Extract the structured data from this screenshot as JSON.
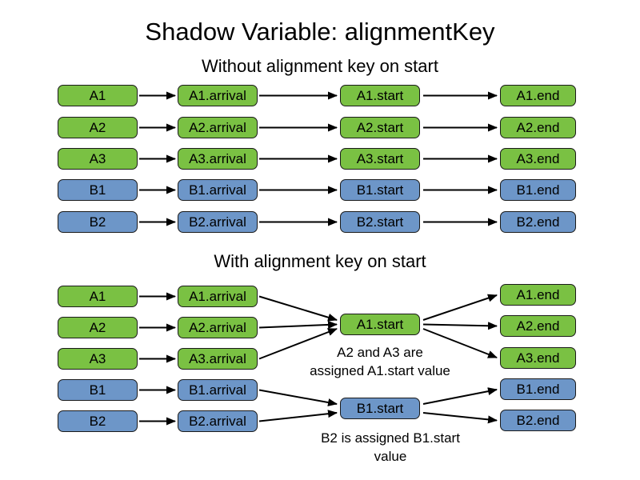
{
  "title": "Shadow Variable: alignmentKey",
  "colors": {
    "green_box": "#7AC143",
    "blue_box": "#6D96C8",
    "arrow": "#000000"
  },
  "section1": {
    "header": "Without alignment key on start",
    "rows": [
      {
        "name": "A1",
        "arrival": "A1.arrival",
        "start": "A1.start",
        "end": "A1.end"
      },
      {
        "name": "A2",
        "arrival": "A2.arrival",
        "start": "A2.start",
        "end": "A2.end"
      },
      {
        "name": "A3",
        "arrival": "A3.arrival",
        "start": "A3.start",
        "end": "A3.end"
      },
      {
        "name": "B1",
        "arrival": "B1.arrival",
        "start": "B1.start",
        "end": "B1.end"
      },
      {
        "name": "B2",
        "arrival": "B2.arrival",
        "start": "B2.start",
        "end": "B2.end"
      }
    ]
  },
  "section2": {
    "header": "With alignment key on start",
    "rows": [
      {
        "name": "A1",
        "arrival": "A1.arrival"
      },
      {
        "name": "A2",
        "arrival": "A2.arrival"
      },
      {
        "name": "A3",
        "arrival": "A3.arrival"
      },
      {
        "name": "B1",
        "arrival": "B1.arrival"
      },
      {
        "name": "B2",
        "arrival": "B2.arrival"
      }
    ],
    "shared_starts": [
      {
        "label": "A1.start",
        "note": [
          "A2 and A3 are",
          "assigned A1.start value"
        ]
      },
      {
        "label": "B1.start",
        "note": [
          "B2 is assigned B1.start",
          "value"
        ]
      }
    ],
    "ends": [
      "A1.end",
      "A2.end",
      "A3.end",
      "B1.end",
      "B2.end"
    ]
  }
}
